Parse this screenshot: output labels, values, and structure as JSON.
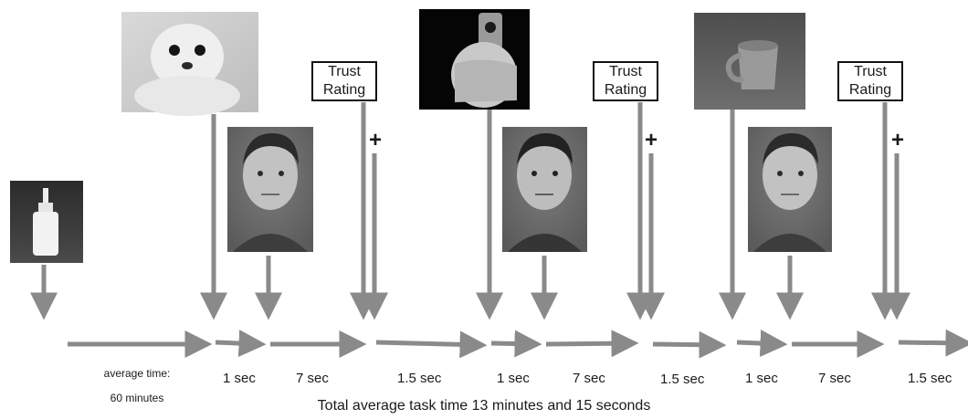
{
  "trial_labels": {
    "trust_line1": "Trust",
    "trust_line2": "Rating",
    "fixation": "+"
  },
  "durations": [
    "1 sec",
    "7 sec",
    "1.5 sec",
    "1 sec",
    "7 sec",
    "1.5 sec",
    "1 sec",
    "7 sec",
    "1.5 sec"
  ],
  "intro": {
    "line1": "average time:",
    "line2": "60 minutes"
  },
  "footer": "Total average task time 13 minutes and 15 seconds",
  "colors": {
    "arrow": "#8a8a8a",
    "box_border": "#111111"
  },
  "icons": [
    "nasal-spray-photo",
    "seal-photo",
    "gun-photo",
    "mug-photo",
    "face-photo"
  ]
}
